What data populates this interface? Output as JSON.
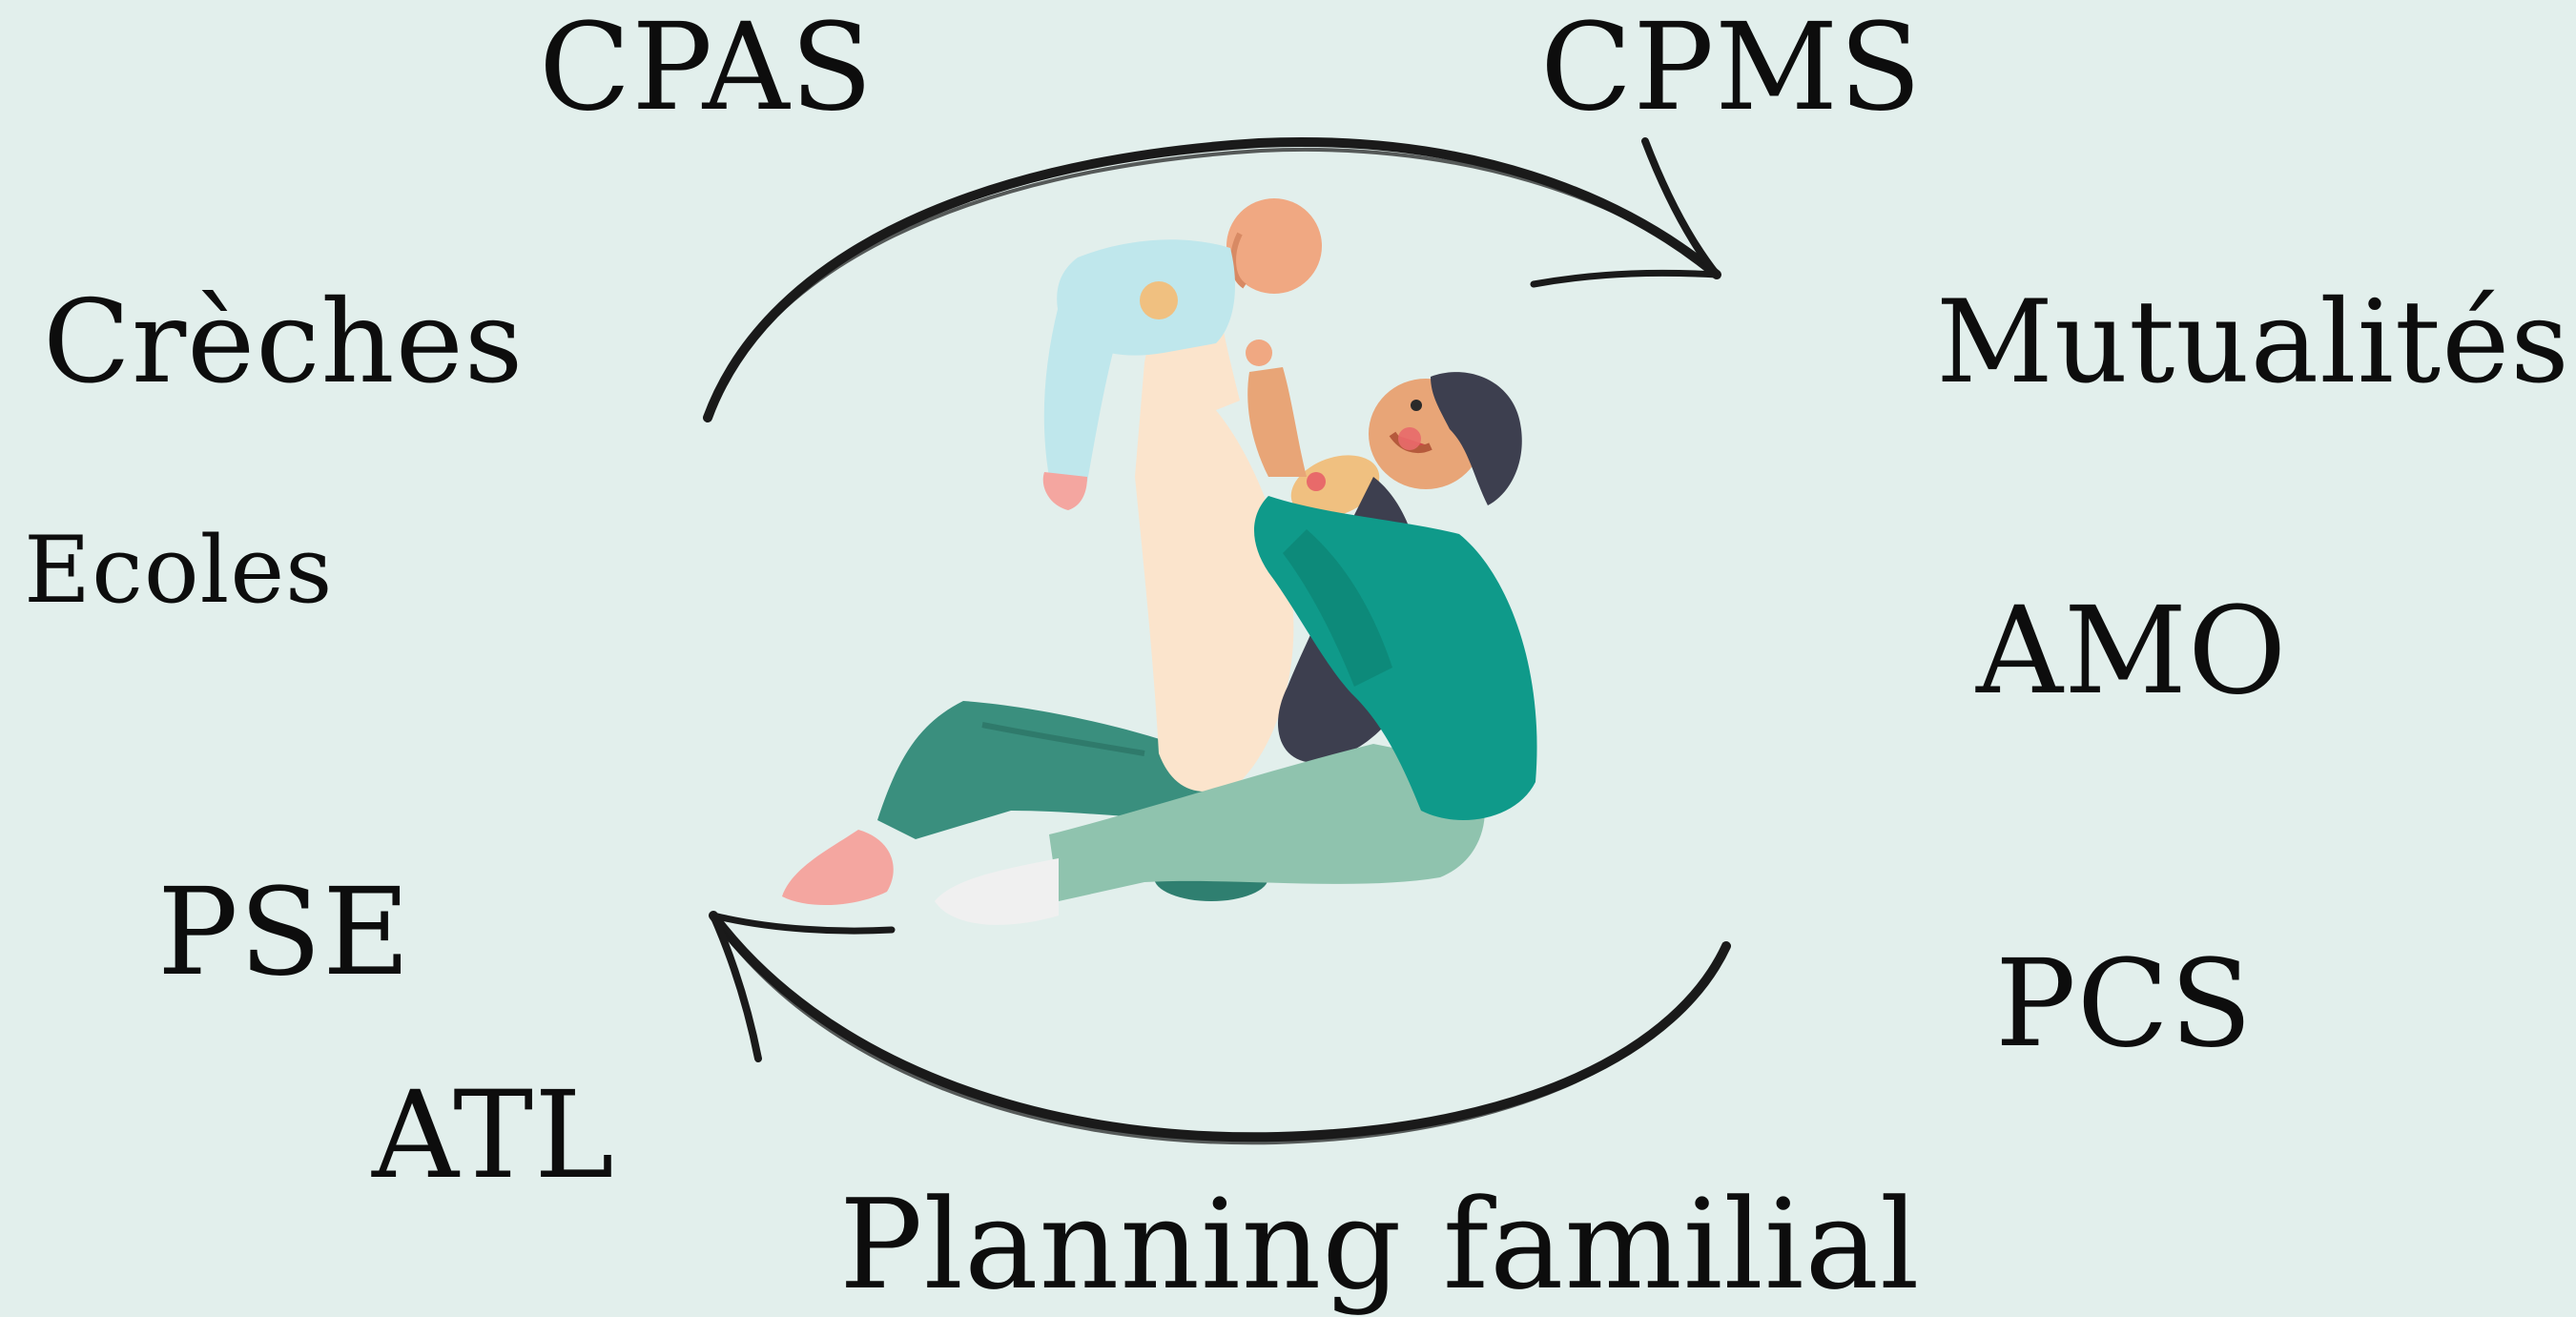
{
  "background_color": "#e2efec",
  "text_color": "#0d0d0d",
  "labels": {
    "cpas": "CPAS",
    "cpms": "CPMS",
    "creches": "Crèches",
    "mutualites": "Mutualités",
    "ecoles": "Ecoles",
    "amo": "AMO",
    "pse": "PSE",
    "pcs": "PCS",
    "atl": "ATL",
    "planning_familial": "Planning familial"
  },
  "illustration": {
    "icon": "parent-lifting-baby-illustration",
    "colors": {
      "teal_sweater": "#0f9a8a",
      "green_pants": "#3a8f7e",
      "light_green_pants": "#8fc3ae",
      "cream_top": "#fbe4cc",
      "skin": "#e8a577",
      "hair": "#3d3f4f",
      "baby_outfit": "#bfe7ec",
      "sock_pink": "#f4a6a0",
      "sock_white": "#f0f0f0"
    }
  },
  "arrows": {
    "icon": "cycle-arrows",
    "color": "#1a1a1a"
  }
}
